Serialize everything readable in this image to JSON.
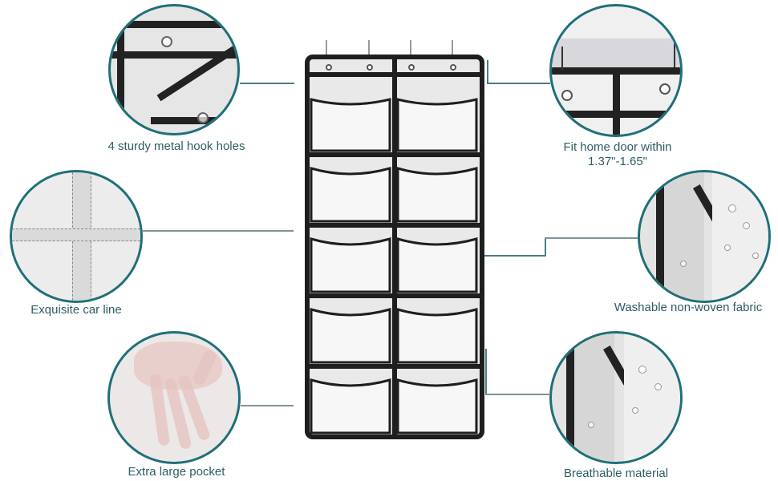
{
  "features": {
    "hook_holes": {
      "label": "4 sturdy metal hook holes",
      "icon": "hook-holes-closeup"
    },
    "car_line": {
      "label": "Exquisite car line",
      "icon": "stitching-closeup"
    },
    "pocket": {
      "label": "Extra large pocket",
      "icon": "hand-in-pocket-closeup"
    },
    "door_fit": {
      "line1": "Fit home door within",
      "line2": "1.37\"-1.65\"",
      "icon": "over-door-hook-closeup"
    },
    "washable": {
      "label": "Washable non-woven fabric",
      "icon": "water-drops-fabric-closeup"
    },
    "breathable": {
      "label": "Breathable material",
      "icon": "mesh-fabric-closeup"
    }
  },
  "product": {
    "name": "over-door shoe organizer",
    "columns": 2,
    "rows": 5,
    "hooks": 4
  },
  "colors": {
    "accent": "#1f6f78",
    "label_text": "#2d5d63",
    "frame": "#1e1e1e",
    "fabric": "#e9e9e9"
  }
}
